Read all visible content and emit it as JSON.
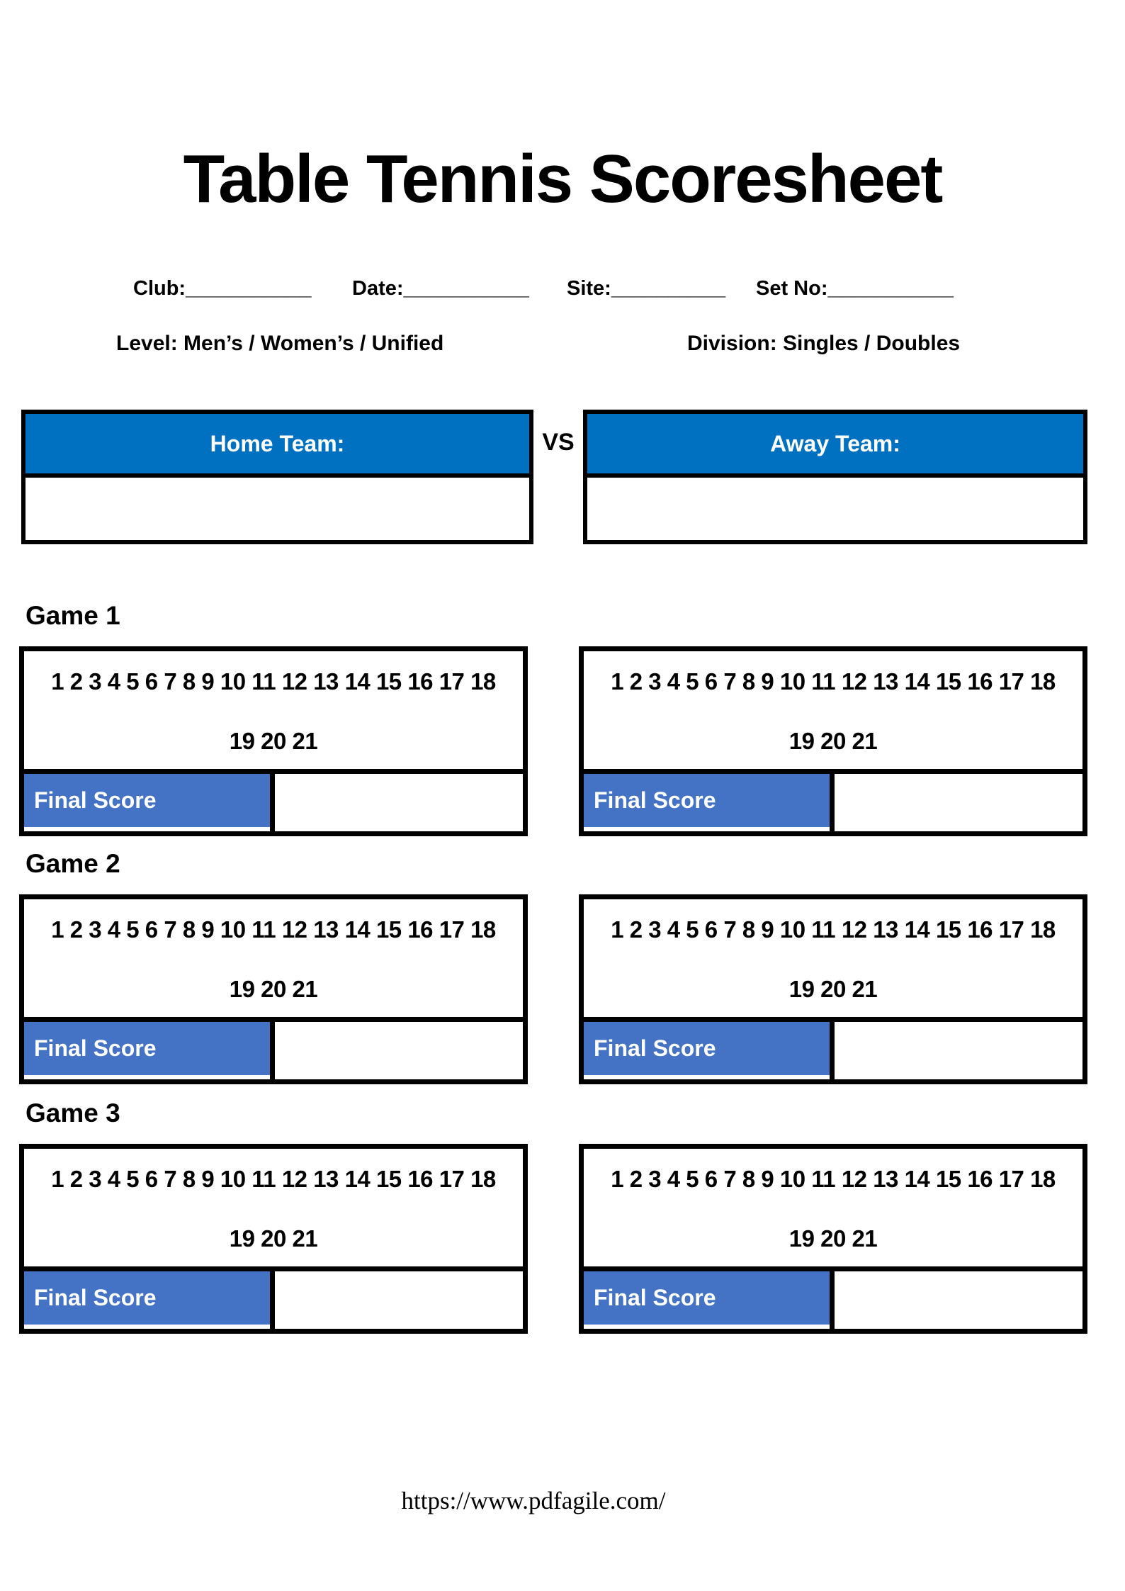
{
  "document": {
    "title": "Table Tennis Scoresheet",
    "footer_url": "https://www.pdfagile.com/"
  },
  "meta_fields": [
    {
      "name": "club",
      "label": "Club:",
      "blank": "___________"
    },
    {
      "name": "date",
      "label": "Date:",
      "blank": "___________"
    },
    {
      "name": "site",
      "label": "Site:",
      "blank": "__________"
    },
    {
      "name": "set_no",
      "label": "Set No:",
      "blank": "___________"
    }
  ],
  "options": {
    "level": "Level: Men’s / Women’s / Unified",
    "division": "Division: Singles / Doubles"
  },
  "teams": {
    "home_label": "Home Team:",
    "vs": "VS",
    "away_label": "Away Team:",
    "header_color": "#0070C0"
  },
  "games": [
    {
      "label": "Game 1"
    },
    {
      "label": "Game 2"
    },
    {
      "label": "Game 3"
    }
  ],
  "score_panel": {
    "points_line1": "1 2 3 4 5 6 7 8 9 10 11 12 13 14 15 16 17 18",
    "points_line2": "19 20 21",
    "final_score_label": "Final Score",
    "final_score_color": "#4472C4"
  }
}
